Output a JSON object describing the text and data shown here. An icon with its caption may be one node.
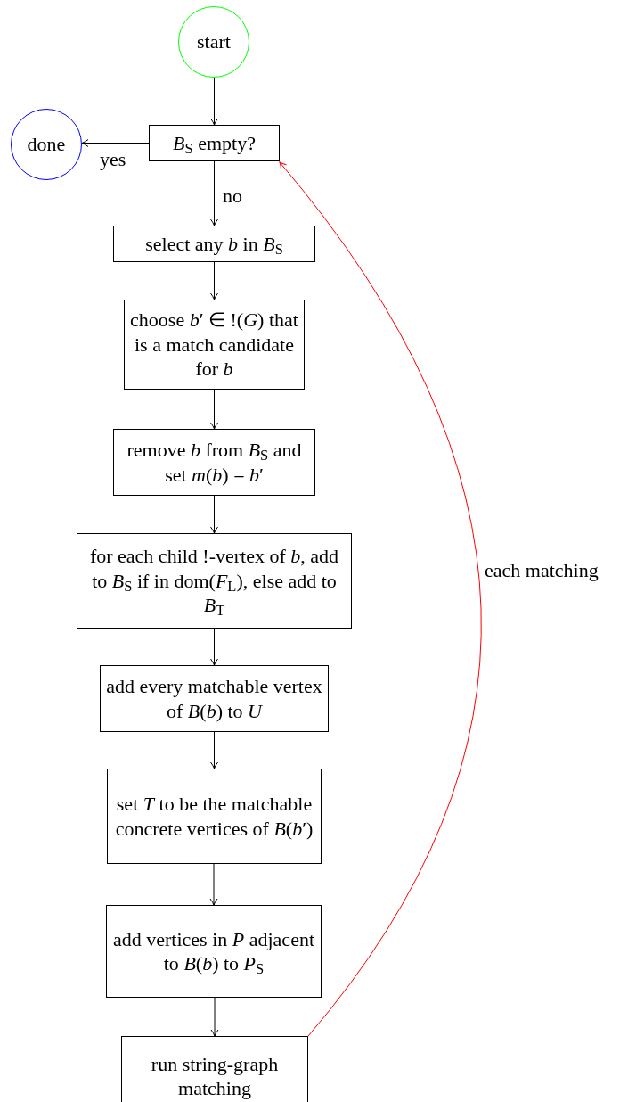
{
  "diagram": {
    "nodes": [
      {
        "text": [
          "start"
        ]
      },
      {
        "text": [
          "*B*$_{S}$ empty?"
        ]
      },
      {
        "text": [
          "done"
        ]
      },
      {
        "text": [
          "select any *b* in *B*$_{S}$"
        ]
      },
      {
        "text": [
          "choose *b*′ ∈ !(*G*) that is a match candidate for *b*"
        ]
      },
      {
        "text": [
          "remove *b* from *B*$_{S}$ and set *m*(*b*) = *b*′"
        ]
      },
      {
        "text": [
          "for each child !-vertex of *b*, add to *B*$_{S}$ if in dom(*F*$_{L}$), else add to *B*$_{T}$"
        ]
      },
      {
        "text": [
          "add every matchable vertex of *B*(*b*) to *U*"
        ]
      },
      {
        "text": [
          "set *T* to be the matchable concrete vertices of *B*(*b*′)"
        ]
      },
      {
        "text": [
          "add vertices in *P* adjacent to *B*(*b*) to *P*$_{S}$"
        ]
      },
      {
        "text": [
          "run string-graph matching"
        ]
      }
    ],
    "edges": [
      {
        "from": 0,
        "to": 1,
        "arrow": "to"
      },
      {
        "from": 1,
        "to": 2,
        "arrow": "to",
        "label": "yes"
      },
      {
        "from": 1,
        "to": 3,
        "arrow": "to",
        "label": "no"
      },
      {
        "from": 3,
        "to": 4,
        "arrow": "to"
      },
      {
        "from": 4,
        "to": 5,
        "arrow": "to"
      },
      {
        "from": 5,
        "to": 6,
        "arrow": "to"
      },
      {
        "from": 6,
        "to": 7,
        "arrow": "to"
      },
      {
        "from": 7,
        "to": 8,
        "arrow": "to"
      },
      {
        "from": 8,
        "to": 9,
        "arrow": "to"
      },
      {
        "from": 9,
        "to": 10,
        "arrow": "to"
      },
      {
        "from": 10,
        "to": 1,
        "arrow": "to",
        "label": "each matching",
        "color": "#ff0000"
      }
    ]
  }
}
